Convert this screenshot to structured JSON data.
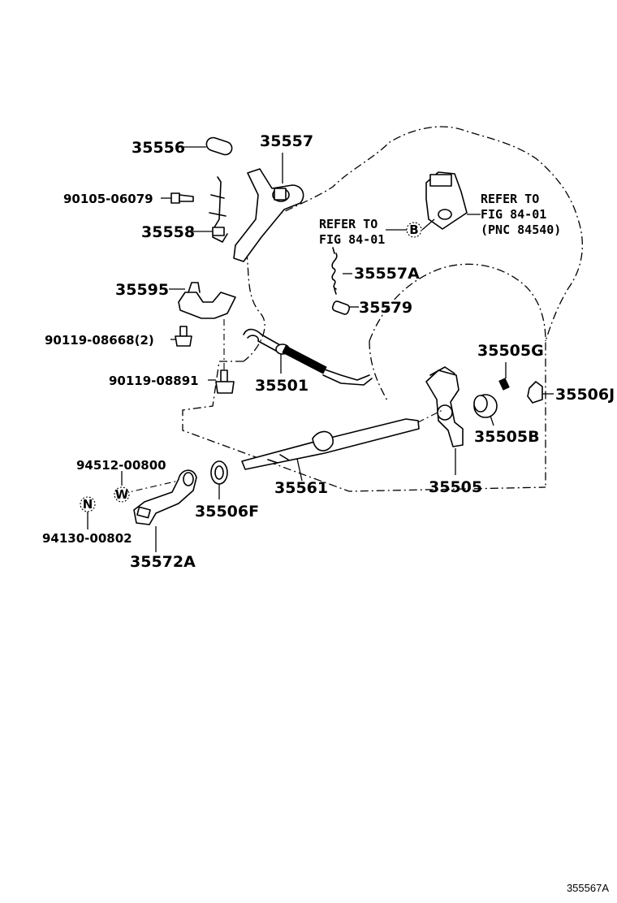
{
  "labels": {
    "p35556": "35556",
    "p35557": "35557",
    "p90105": "90105-06079",
    "p35558": "35558",
    "p35595": "35595",
    "p90119a": "90119-08668(2)",
    "p90119b": "90119-08891",
    "p35501": "35501",
    "p35557A": "35557A",
    "p35579": "35579",
    "p35505G": "35505G",
    "p35506J": "35506J",
    "p35505B": "35505B",
    "p35505": "35505",
    "p35561": "35561",
    "p94512": "94512-00800",
    "p35506F": "35506F",
    "p94130": "94130-00802",
    "p35572A": "35572A"
  },
  "references": {
    "left_line1": "REFER TO",
    "left_line2": "FIG 84-01",
    "right_line1": "REFER TO",
    "right_line2": "FIG 84-01",
    "right_line3": "(PNC 84540)"
  },
  "markers": {
    "b": "B",
    "w": "W",
    "n": "N"
  },
  "footer": {
    "illustration_id": "355567A"
  }
}
